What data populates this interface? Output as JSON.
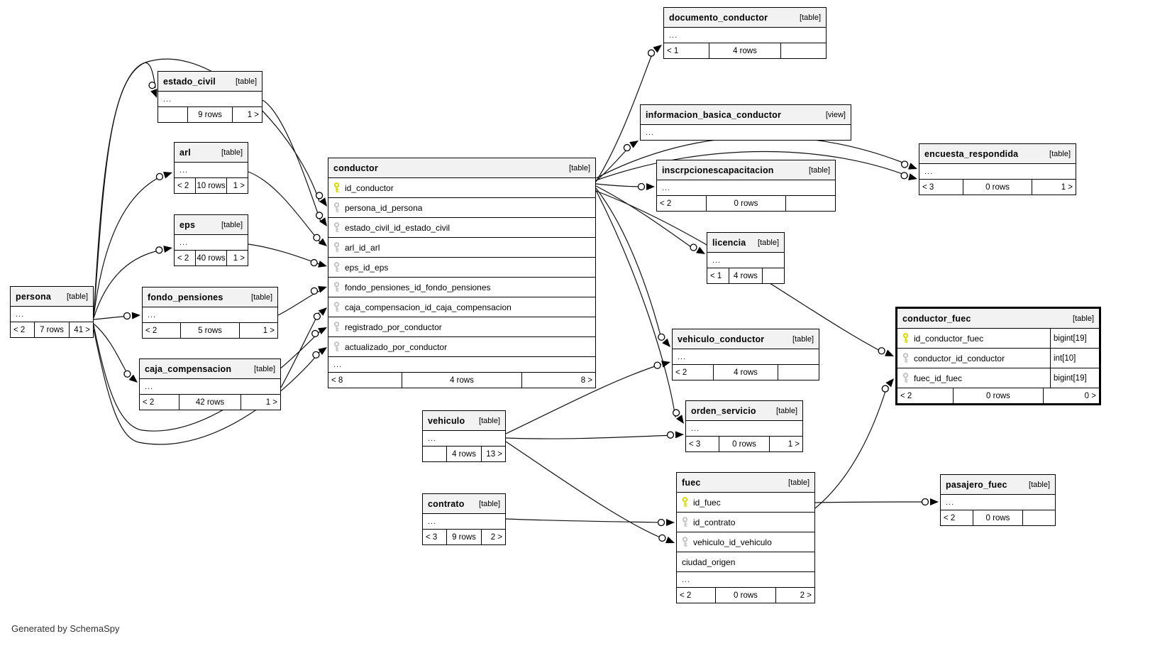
{
  "footer_note": "Generated by SchemaSpy",
  "colors": {
    "header_bg": "#f2f2f2",
    "border": "#000000",
    "highlight_border": "#000000",
    "primary_key_color": "#d9d900",
    "foreign_key_color": "#c4c4c4",
    "edge_color": "#111111"
  },
  "icons": {
    "primary_key": "yellow-key-icon",
    "foreign_key": "gray-key-icon"
  },
  "diagram": {
    "tables": [
      {
        "name": "documento_conductor",
        "type": "[table]",
        "columns": [
          {
            "label": "..."
          }
        ],
        "footer": [
          "< 1",
          "4 rows",
          ""
        ]
      },
      {
        "name": "estado_civil",
        "type": "[table]",
        "columns": [
          {
            "label": "..."
          }
        ],
        "footer": [
          "",
          "9 rows",
          "1 >"
        ]
      },
      {
        "name": "arl",
        "type": "[table]",
        "columns": [
          {
            "label": "..."
          }
        ],
        "footer": [
          "< 2",
          "10 rows",
          "1 >"
        ]
      },
      {
        "name": "eps",
        "type": "[table]",
        "columns": [
          {
            "label": "..."
          }
        ],
        "footer": [
          "< 2",
          "40 rows",
          "1 >"
        ]
      },
      {
        "name": "persona",
        "type": "[table]",
        "columns": [
          {
            "label": "..."
          }
        ],
        "footer": [
          "< 2",
          "7 rows",
          "41 >"
        ]
      },
      {
        "name": "fondo_pensiones",
        "type": "[table]",
        "columns": [
          {
            "label": "..."
          }
        ],
        "footer": [
          "< 2",
          "5 rows",
          "1 >"
        ]
      },
      {
        "name": "caja_compensacion",
        "type": "[table]",
        "columns": [
          {
            "label": "..."
          }
        ],
        "footer": [
          "< 2",
          "42 rows",
          "1 >"
        ]
      },
      {
        "name": "conductor",
        "type": "[table]",
        "columns": [
          {
            "label": "id_conductor",
            "key": "pk"
          },
          {
            "label": "persona_id_persona",
            "key": "fk"
          },
          {
            "label": "estado_civil_id_estado_civil",
            "key": "fk"
          },
          {
            "label": "arl_id_arl",
            "key": "fk"
          },
          {
            "label": "eps_id_eps",
            "key": "fk"
          },
          {
            "label": "fondo_pensiones_id_fondo_pensiones",
            "key": "fk"
          },
          {
            "label": "caja_compensacion_id_caja_compensacion",
            "key": "fk"
          },
          {
            "label": "registrado_por_conductor",
            "key": "fk"
          },
          {
            "label": "actualizado_por_conductor",
            "key": "fk"
          },
          {
            "label": "..."
          }
        ],
        "footer": [
          "< 8",
          "4 rows",
          "8 >"
        ]
      },
      {
        "name": "vehiculo",
        "type": "[table]",
        "columns": [
          {
            "label": "..."
          }
        ],
        "footer": [
          "",
          "4 rows",
          "13 >"
        ]
      },
      {
        "name": "contrato",
        "type": "[table]",
        "columns": [
          {
            "label": "..."
          }
        ],
        "footer": [
          "< 3",
          "9 rows",
          "2 >"
        ]
      },
      {
        "name": "informacion_basica_conductor",
        "type": "[view]",
        "columns": [
          {
            "label": "..."
          }
        ],
        "footer": null
      },
      {
        "name": "inscrpcionescapacitacion",
        "type": "[table]",
        "columns": [
          {
            "label": "..."
          }
        ],
        "footer": [
          "< 2",
          "0 rows",
          ""
        ]
      },
      {
        "name": "licencia",
        "type": "[table]",
        "columns": [
          {
            "label": "..."
          }
        ],
        "footer": [
          "< 1",
          "4 rows",
          ""
        ]
      },
      {
        "name": "vehiculo_conductor",
        "type": "[table]",
        "columns": [
          {
            "label": "..."
          }
        ],
        "footer": [
          "< 2",
          "4 rows",
          ""
        ]
      },
      {
        "name": "orden_servicio",
        "type": "[table]",
        "columns": [
          {
            "label": "..."
          }
        ],
        "footer": [
          "< 3",
          "0 rows",
          "1 >"
        ]
      },
      {
        "name": "fuec",
        "type": "[table]",
        "columns": [
          {
            "label": "id_fuec",
            "key": "pk"
          },
          {
            "label": "id_contrato",
            "key": "fk"
          },
          {
            "label": "vehiculo_id_vehiculo",
            "key": "fk"
          },
          {
            "label": "ciudad_origen"
          },
          {
            "label": "..."
          }
        ],
        "footer": [
          "< 2",
          "0 rows",
          "2 >"
        ]
      },
      {
        "name": "encuesta_respondida",
        "type": "[table]",
        "columns": [
          {
            "label": "..."
          }
        ],
        "footer": [
          "< 3",
          "0 rows",
          "1 >"
        ]
      },
      {
        "name": "conductor_fuec",
        "type": "[table]",
        "highlight": true,
        "columns": [
          {
            "label": "id_conductor_fuec",
            "key": "pk",
            "datatype": "bigint[19]"
          },
          {
            "label": "conductor_id_conductor",
            "key": "fk",
            "datatype": "int[10]"
          },
          {
            "label": "fuec_id_fuec",
            "key": "fk",
            "datatype": "bigint[19]"
          }
        ],
        "footer": [
          "< 2",
          "0 rows",
          "0 >"
        ]
      },
      {
        "name": "pasajero_fuec",
        "type": "[table]",
        "columns": [
          {
            "label": "..."
          }
        ],
        "footer": [
          "< 2",
          "0 rows",
          ""
        ]
      }
    ],
    "edges": [
      {
        "from": "persona",
        "to": "conductor.persona_id_persona"
      },
      {
        "from": "persona",
        "to": "conductor.actualizado_por_conductor"
      },
      {
        "from": "estado_civil",
        "to": "conductor.estado_civil_id_estado_civil"
      },
      {
        "from": "arl",
        "to": "conductor.arl_id_arl"
      },
      {
        "from": "eps",
        "to": "conductor.eps_id_eps"
      },
      {
        "from": "fondo_pensiones",
        "to": "conductor.fondo_pensiones_id_fondo_pensiones"
      },
      {
        "from": "caja_compensacion",
        "to": "conductor.caja_compensacion_id_caja_compensacion"
      },
      {
        "from": "persona",
        "to": "conductor.registrado_por_conductor"
      },
      {
        "from": "conductor",
        "to": "documento_conductor"
      },
      {
        "from": "conductor",
        "to": "informacion_basica_conductor"
      },
      {
        "from": "conductor",
        "to": "inscrpcionescapacitacion"
      },
      {
        "from": "conductor",
        "to": "licencia"
      },
      {
        "from": "conductor",
        "to": "vehiculo_conductor"
      },
      {
        "from": "conductor",
        "to": "orden_servicio"
      },
      {
        "from": "conductor",
        "to": "encuesta_respondida"
      },
      {
        "from": "conductor",
        "to": "encuesta_respondida"
      },
      {
        "from": "conductor",
        "to": "conductor_fuec.conductor_id_conductor"
      },
      {
        "from": "vehiculo",
        "to": "vehiculo_conductor"
      },
      {
        "from": "vehiculo",
        "to": "orden_servicio"
      },
      {
        "from": "contrato",
        "to": "fuec.id_contrato"
      },
      {
        "from": "vehiculo",
        "to": "fuec.vehiculo_id_vehiculo"
      },
      {
        "from": "fuec",
        "to": "conductor_fuec.fuec_id_fuec"
      },
      {
        "from": "fuec",
        "to": "pasajero_fuec"
      },
      {
        "from": "persona",
        "to": "fondo_pensiones"
      },
      {
        "from": "persona",
        "to": "caja_compensacion"
      },
      {
        "from": "persona",
        "to": "estado_civil"
      },
      {
        "from": "persona",
        "to": "arl"
      },
      {
        "from": "persona",
        "to": "eps"
      }
    ]
  }
}
